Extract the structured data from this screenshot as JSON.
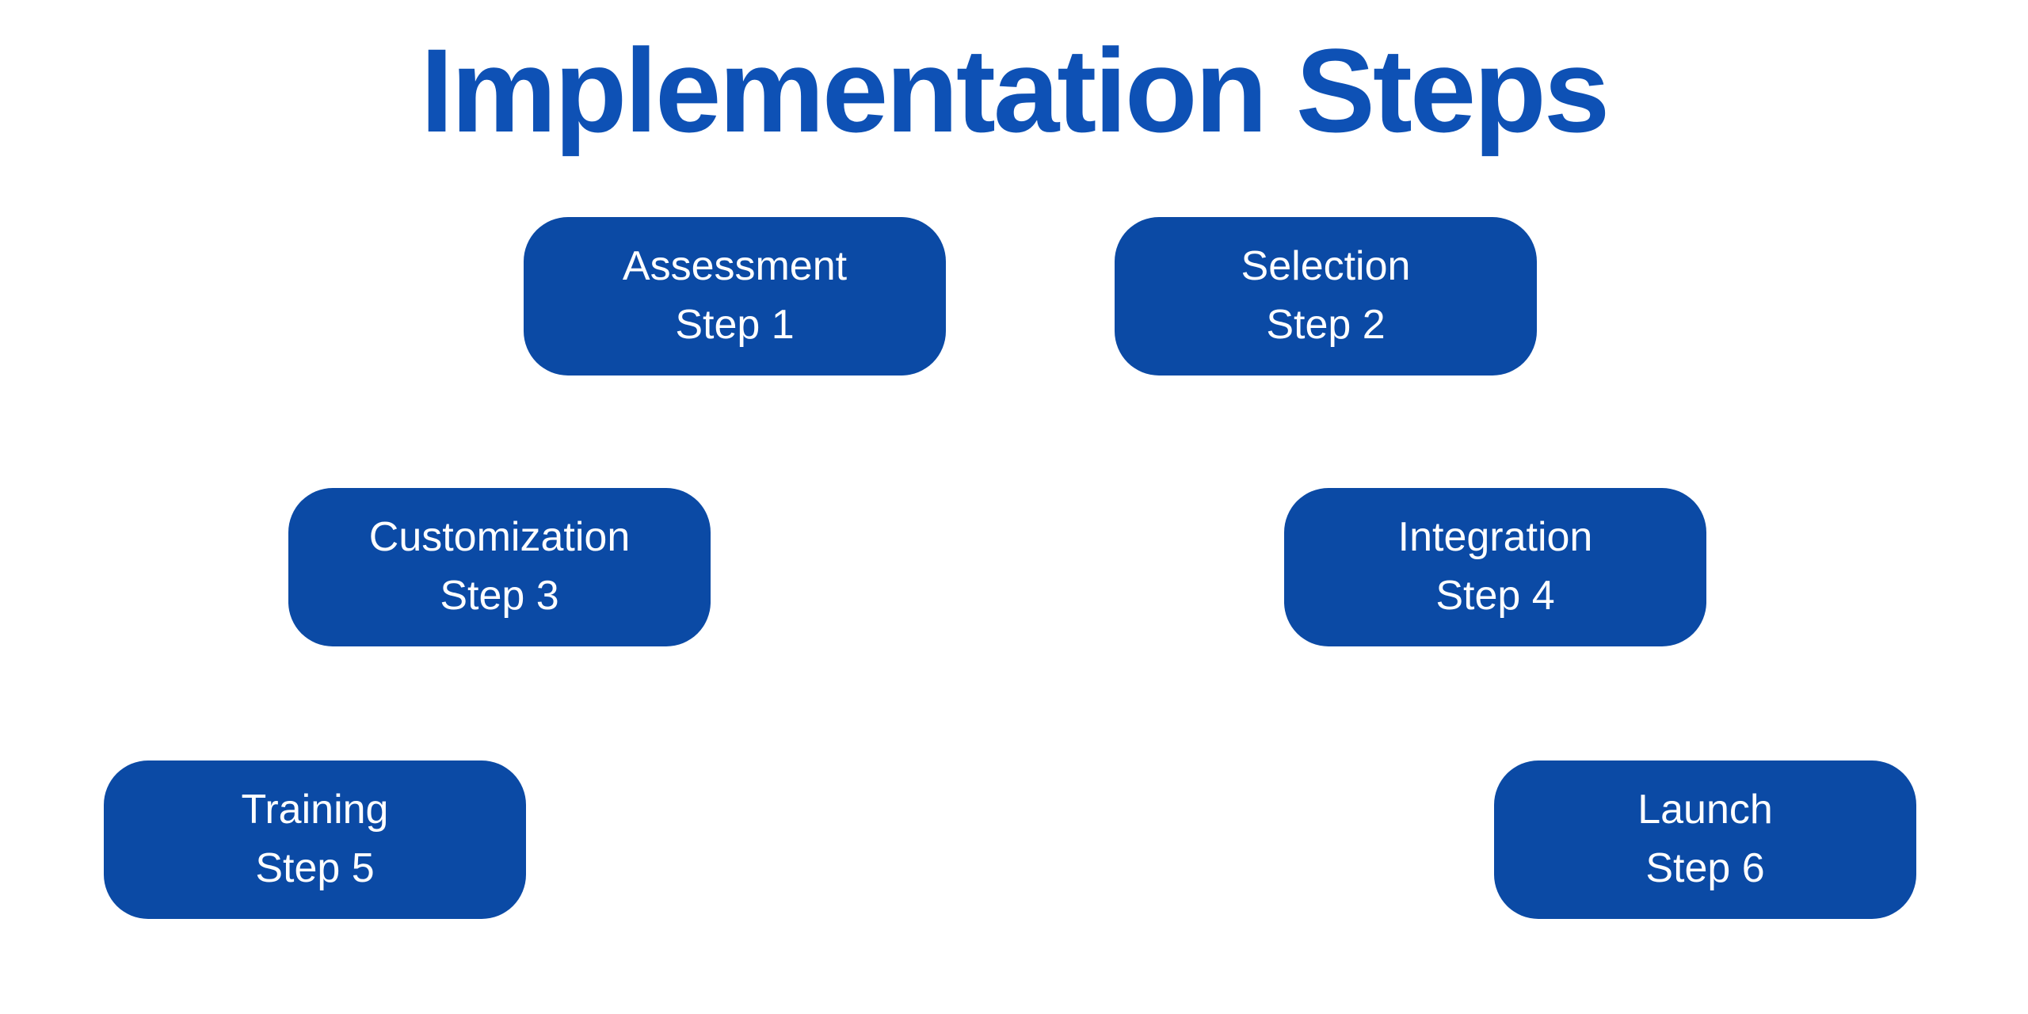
{
  "title": "Implementation Steps",
  "colors": {
    "background": "#ffffff",
    "title_text": "#0e51b5",
    "box_fill": "#0b4aa5",
    "box_text": "#ffffff"
  },
  "steps": [
    {
      "label": "Assessment",
      "step_label": "Step 1"
    },
    {
      "label": "Selection",
      "step_label": "Step 2"
    },
    {
      "label": "Customization",
      "step_label": "Step 3"
    },
    {
      "label": "Integration",
      "step_label": "Step 4"
    },
    {
      "label": "Training",
      "step_label": "Step 5"
    },
    {
      "label": "Launch",
      "step_label": "Step 6"
    }
  ]
}
